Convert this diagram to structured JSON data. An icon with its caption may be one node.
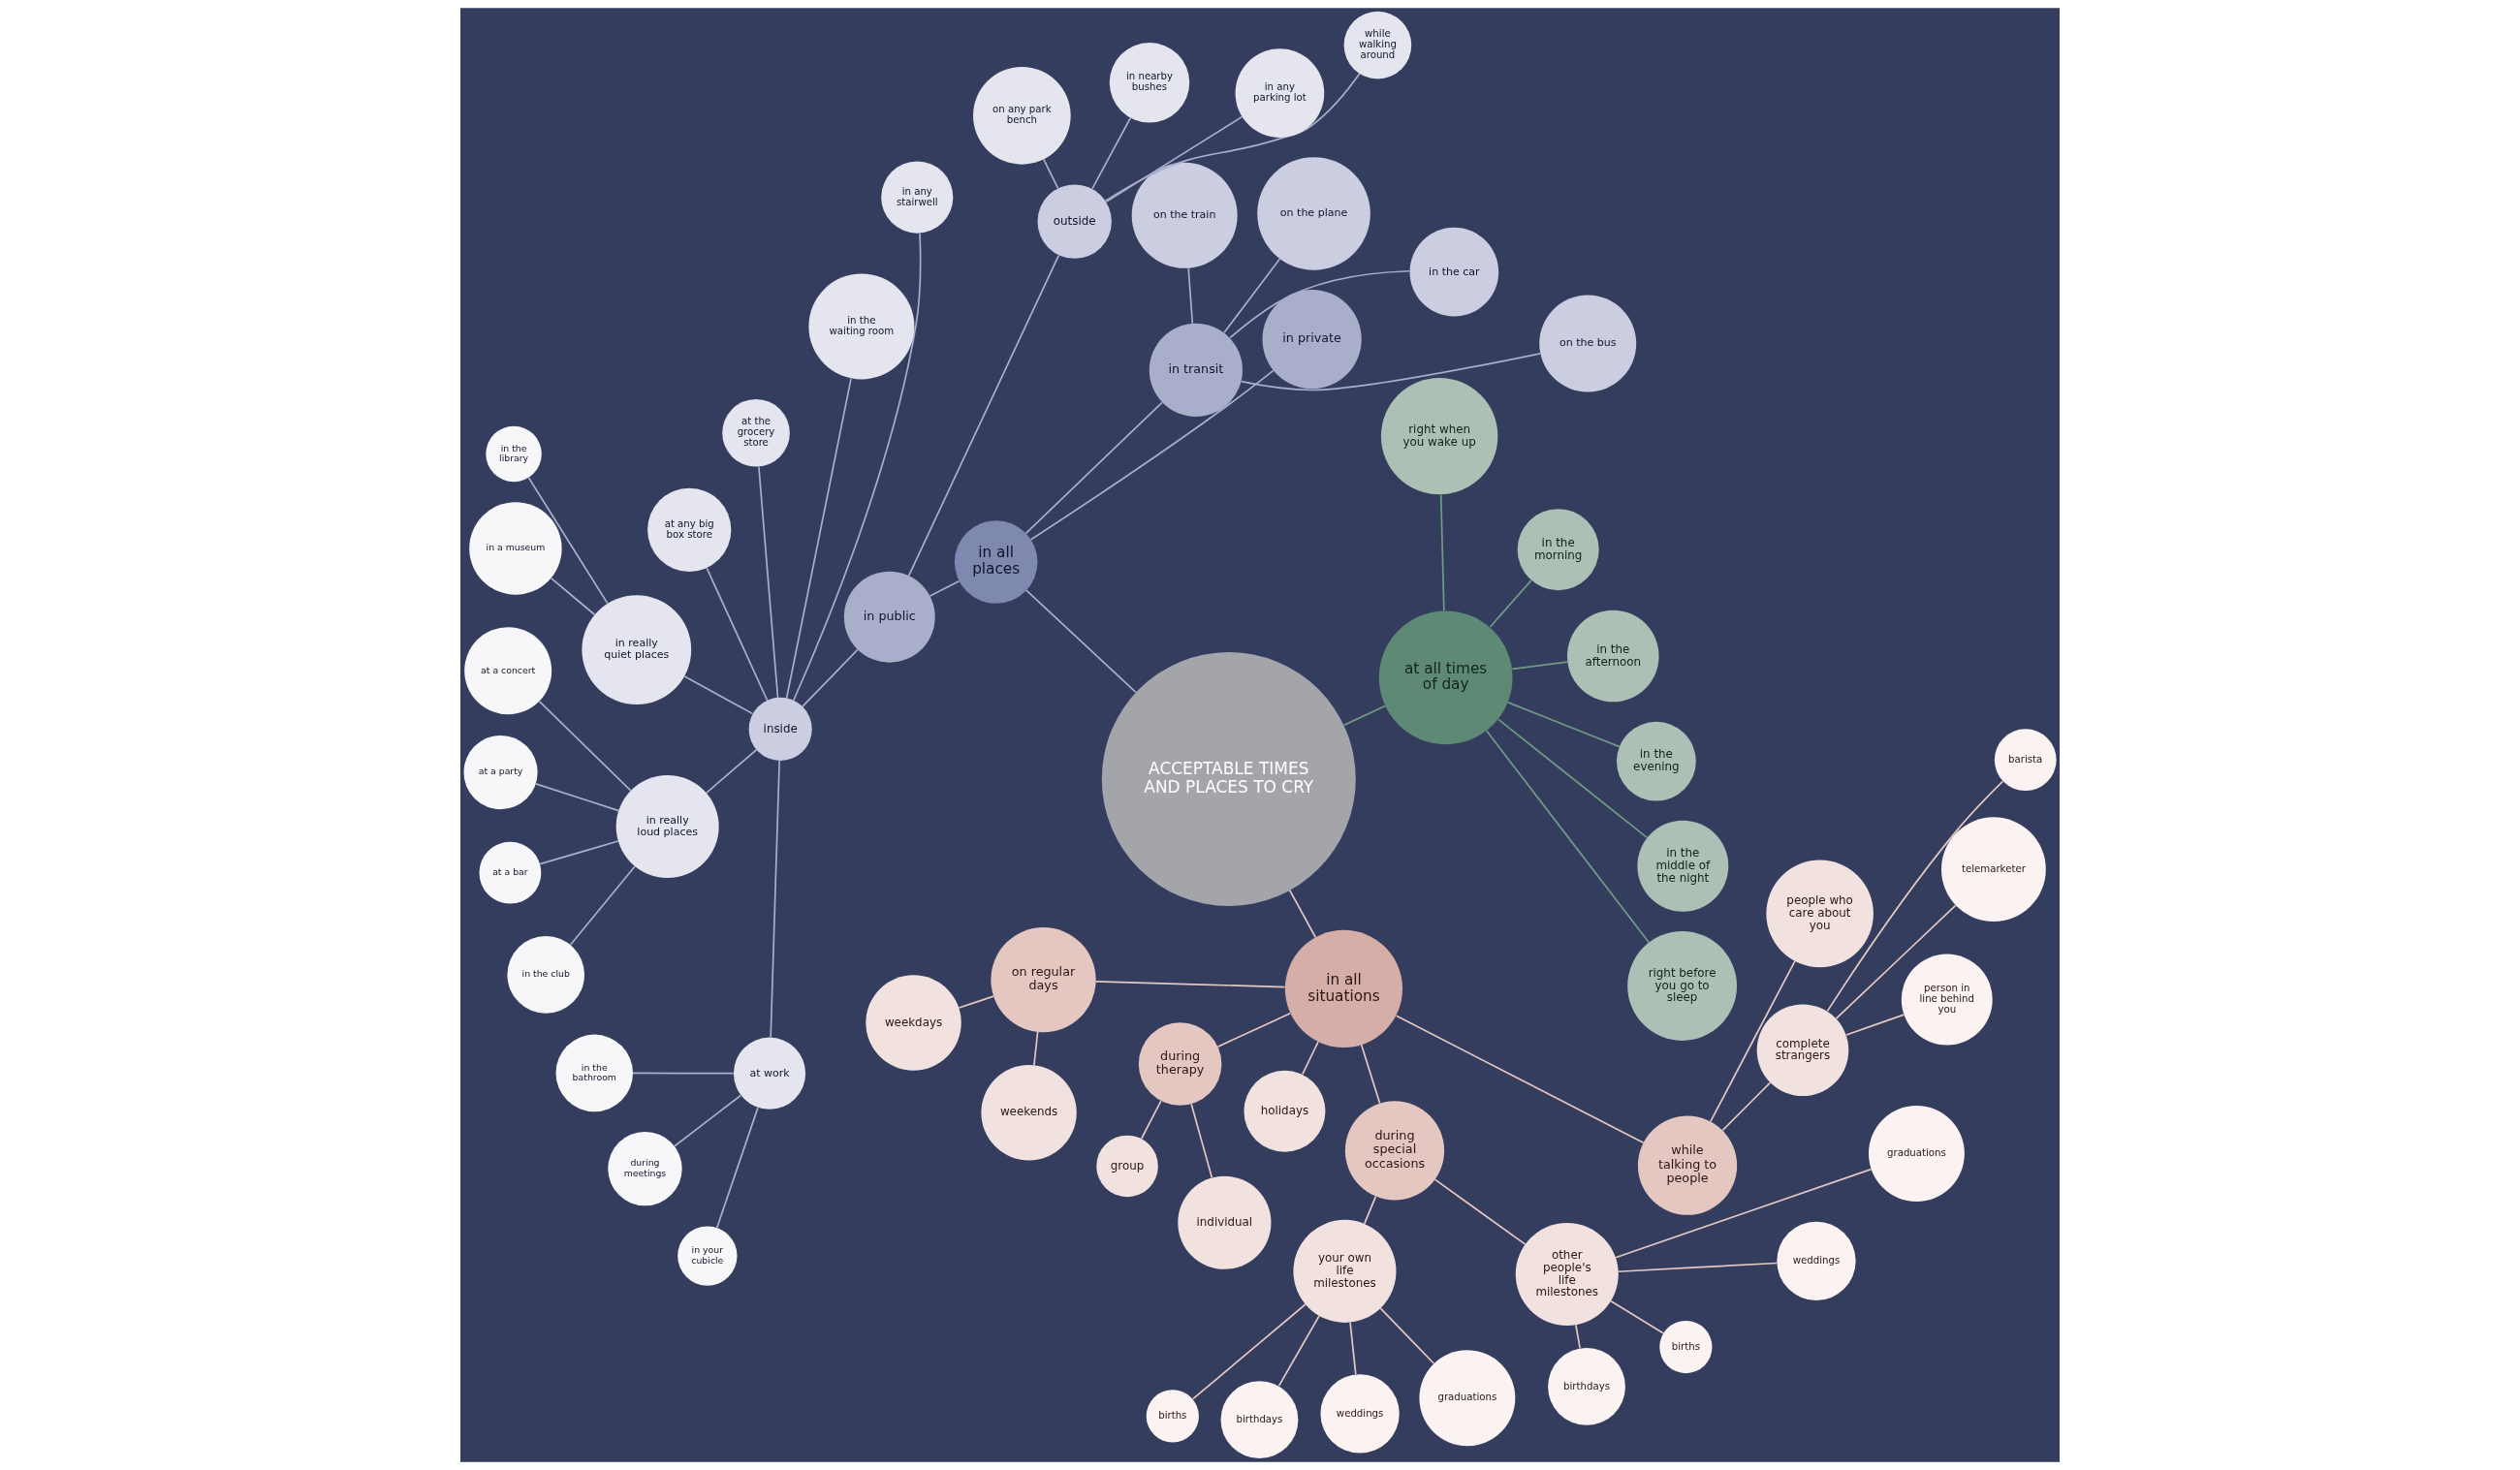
{
  "diagram": {
    "nodes": [
      {
        "text": [
          "ACCEPTABLE TIMES AND PLACES TO CRY"
        ]
      },
      {
        "text": [
          "at all times of day"
        ]
      },
      {
        "text": [
          "right before you go to sleep"
        ]
      },
      {
        "text": [
          "in the middle of the night"
        ]
      },
      {
        "text": [
          "in the evening"
        ]
      },
      {
        "text": [
          "in the afternoon"
        ]
      },
      {
        "text": [
          "in the morning"
        ]
      },
      {
        "text": [
          "right when you wake up"
        ]
      },
      {
        "text": [
          "in all places"
        ]
      },
      {
        "text": [
          "in private"
        ]
      },
      {
        "text": [
          "in transit"
        ]
      },
      {
        "text": [
          "on the bus"
        ]
      },
      {
        "text": [
          "in the car"
        ]
      },
      {
        "text": [
          "on the plane"
        ]
      },
      {
        "text": [
          "on the train"
        ]
      },
      {
        "text": [
          "in public"
        ]
      },
      {
        "text": [
          "outside"
        ]
      },
      {
        "text": [
          "while walking around"
        ]
      },
      {
        "text": [
          "in any parking lot"
        ]
      },
      {
        "text": [
          "in nearby bushes"
        ]
      },
      {
        "text": [
          "on any park bench"
        ]
      },
      {
        "text": [
          "inside"
        ]
      },
      {
        "text": [
          "in any stairwell"
        ]
      },
      {
        "text": [
          "in the waiting room"
        ]
      },
      {
        "text": [
          "at the grocery store"
        ]
      },
      {
        "text": [
          "at any big box store"
        ]
      },
      {
        "text": [
          "in really quiet places"
        ]
      },
      {
        "text": [
          "in the library"
        ]
      },
      {
        "text": [
          "in a museum"
        ]
      },
      {
        "text": [
          "in really loud places"
        ]
      },
      {
        "text": [
          "at a concert"
        ]
      },
      {
        "text": [
          "at a party"
        ]
      },
      {
        "text": [
          "at a bar"
        ]
      },
      {
        "text": [
          "in the club"
        ]
      },
      {
        "text": [
          "at work"
        ]
      },
      {
        "text": [
          "in the bathroom"
        ]
      },
      {
        "text": [
          "during meetings"
        ]
      },
      {
        "text": [
          "in your cubicle"
        ]
      },
      {
        "text": [
          "in all situations"
        ]
      },
      {
        "text": [
          "on regular days"
        ]
      },
      {
        "text": [
          "weekdays"
        ]
      },
      {
        "text": [
          "weekends"
        ]
      },
      {
        "text": [
          "during therapy"
        ]
      },
      {
        "text": [
          "group"
        ]
      },
      {
        "text": [
          "individual"
        ]
      },
      {
        "text": [
          "holidays"
        ]
      },
      {
        "text": [
          "during special occasions"
        ]
      },
      {
        "text": [
          "your own life milestones"
        ]
      },
      {
        "text": [
          "births"
        ]
      },
      {
        "text": [
          "birthdays"
        ]
      },
      {
        "text": [
          "weddings"
        ]
      },
      {
        "text": [
          "graduations"
        ]
      },
      {
        "text": [
          "other people's life milestones"
        ]
      },
      {
        "text": [
          "birthdays"
        ]
      },
      {
        "text": [
          "births"
        ]
      },
      {
        "text": [
          "weddings"
        ]
      },
      {
        "text": [
          "graduations"
        ]
      },
      {
        "text": [
          "while talking to people"
        ]
      },
      {
        "text": [
          "complete strangers"
        ]
      },
      {
        "text": [
          "person in line behind you"
        ]
      },
      {
        "text": [
          "telemarketer"
        ]
      },
      {
        "text": [
          "barista"
        ]
      },
      {
        "text": [
          "people who care about you"
        ]
      }
    ],
    "edges": [
      {
        "from": 0,
        "to": 1,
        "arrow": "none"
      },
      {
        "from": 1,
        "to": 2,
        "arrow": "none"
      },
      {
        "from": 1,
        "to": 3,
        "arrow": "none"
      },
      {
        "from": 1,
        "to": 4,
        "arrow": "none"
      },
      {
        "from": 1,
        "to": 5,
        "arrow": "none"
      },
      {
        "from": 1,
        "to": 6,
        "arrow": "none"
      },
      {
        "from": 1,
        "to": 7,
        "arrow": "none"
      },
      {
        "from": 0,
        "to": 8,
        "arrow": "none"
      },
      {
        "from": 8,
        "to": 9,
        "arrow": "none"
      },
      {
        "from": 8,
        "to": 10,
        "arrow": "none"
      },
      {
        "from": 10,
        "to": 11,
        "arrow": "none"
      },
      {
        "from": 10,
        "to": 12,
        "arrow": "none"
      },
      {
        "from": 10,
        "to": 13,
        "arrow": "none"
      },
      {
        "from": 10,
        "to": 14,
        "arrow": "none"
      },
      {
        "from": 8,
        "to": 15,
        "arrow": "none"
      },
      {
        "from": 15,
        "to": 16,
        "arrow": "none"
      },
      {
        "from": 16,
        "to": 17,
        "arrow": "none"
      },
      {
        "from": 16,
        "to": 18,
        "arrow": "none"
      },
      {
        "from": 16,
        "to": 19,
        "arrow": "none"
      },
      {
        "from": 16,
        "to": 20,
        "arrow": "none"
      },
      {
        "from": 15,
        "to": 21,
        "arrow": "none"
      },
      {
        "from": 21,
        "to": 22,
        "arrow": "none"
      },
      {
        "from": 21,
        "to": 23,
        "arrow": "none"
      },
      {
        "from": 21,
        "to": 24,
        "arrow": "none"
      },
      {
        "from": 21,
        "to": 25,
        "arrow": "none"
      },
      {
        "from": 21,
        "to": 26,
        "arrow": "none"
      },
      {
        "from": 26,
        "to": 27,
        "arrow": "none"
      },
      {
        "from": 26,
        "to": 28,
        "arrow": "none"
      },
      {
        "from": 21,
        "to": 29,
        "arrow": "none"
      },
      {
        "from": 29,
        "to": 30,
        "arrow": "none"
      },
      {
        "from": 29,
        "to": 31,
        "arrow": "none"
      },
      {
        "from": 29,
        "to": 32,
        "arrow": "none"
      },
      {
        "from": 29,
        "to": 33,
        "arrow": "none"
      },
      {
        "from": 21,
        "to": 34,
        "arrow": "none"
      },
      {
        "from": 34,
        "to": 35,
        "arrow": "none"
      },
      {
        "from": 34,
        "to": 36,
        "arrow": "none"
      },
      {
        "from": 34,
        "to": 37,
        "arrow": "none"
      },
      {
        "from": 0,
        "to": 38,
        "arrow": "none"
      },
      {
        "from": 38,
        "to": 39,
        "arrow": "none"
      },
      {
        "from": 39,
        "to": 40,
        "arrow": "none"
      },
      {
        "from": 39,
        "to": 41,
        "arrow": "none"
      },
      {
        "from": 38,
        "to": 42,
        "arrow": "none"
      },
      {
        "from": 42,
        "to": 43,
        "arrow": "none"
      },
      {
        "from": 42,
        "to": 44,
        "arrow": "none"
      },
      {
        "from": 38,
        "to": 45,
        "arrow": "none"
      },
      {
        "from": 38,
        "to": 46,
        "arrow": "none"
      },
      {
        "from": 46,
        "to": 47,
        "arrow": "none"
      },
      {
        "from": 47,
        "to": 48,
        "arrow": "none"
      },
      {
        "from": 47,
        "to": 49,
        "arrow": "none"
      },
      {
        "from": 47,
        "to": 50,
        "arrow": "none"
      },
      {
        "from": 47,
        "to": 51,
        "arrow": "none"
      },
      {
        "from": 46,
        "to": 52,
        "arrow": "none"
      },
      {
        "from": 52,
        "to": 53,
        "arrow": "none"
      },
      {
        "from": 52,
        "to": 54,
        "arrow": "none"
      },
      {
        "from": 52,
        "to": 55,
        "arrow": "none"
      },
      {
        "from": 52,
        "to": 56,
        "arrow": "none"
      },
      {
        "from": 38,
        "to": 57,
        "arrow": "none"
      },
      {
        "from": 57,
        "to": 58,
        "arrow": "none"
      },
      {
        "from": 58,
        "to": 59,
        "arrow": "none"
      },
      {
        "from": 58,
        "to": 60,
        "arrow": "none"
      },
      {
        "from": 58,
        "to": 61,
        "arrow": "none"
      },
      {
        "from": 57,
        "to": 62,
        "arrow": "none"
      }
    ]
  }
}
